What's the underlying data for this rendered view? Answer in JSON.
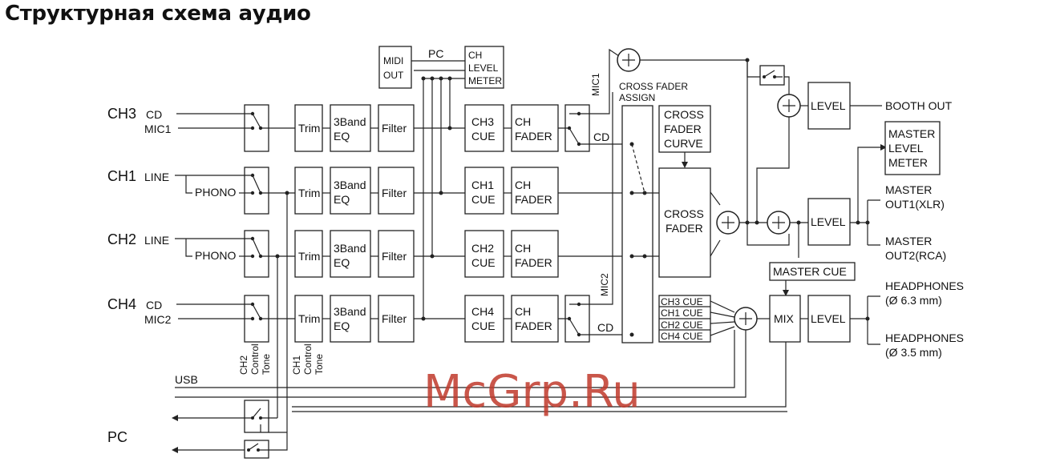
{
  "title": "Структурная схема аудио",
  "watermark": "McGrp.Ru",
  "accent_colors": {
    "watermark": "#c0392b",
    "lines": "#222222"
  },
  "inputs": {
    "ch3": {
      "name": "CH3",
      "src1": "CD",
      "src2": "MIC1"
    },
    "ch1": {
      "name": "CH1",
      "src1": "LINE",
      "src2": "PHONO"
    },
    "ch2": {
      "name": "CH2",
      "src1": "LINE",
      "src2": "PHONO"
    },
    "ch4": {
      "name": "CH4",
      "src1": "CD",
      "src2": "MIC2"
    }
  },
  "blocks": {
    "trim": "Trim",
    "eq_line1": "3Band",
    "eq_line2": "EQ",
    "filter": "Filter",
    "ch_fader_line1": "CH",
    "ch_fader_line2": "FADER",
    "cue_ch3": [
      "CH3",
      "CUE"
    ],
    "cue_ch1": [
      "CH1",
      "CUE"
    ],
    "cue_ch2": [
      "CH2",
      "CUE"
    ],
    "cue_ch4": [
      "CH4",
      "CUE"
    ],
    "midi_out": [
      "MIDI",
      "OUT"
    ],
    "ch_level_meter": [
      "CH",
      "LEVEL",
      "METER"
    ],
    "cross_fader_assign": [
      "CROSS FADER",
      "ASSIGN"
    ],
    "cross_fader_curve": [
      "CROSS",
      "FADER",
      "CURVE"
    ],
    "cross_fader": [
      "CROSS",
      "FADER"
    ],
    "cue_list": [
      "CH3 CUE",
      "CH1 CUE",
      "CH2 CUE",
      "CH4 CUE"
    ],
    "master_cue": "MASTER CUE",
    "mix": "MIX",
    "level": "LEVEL",
    "master_level_meter": [
      "MASTER",
      "LEVEL",
      "METER"
    ]
  },
  "wire_labels": {
    "pc_top": "PC",
    "mic1": "MIC1",
    "mic2": "MIC2",
    "cd_top": "CD",
    "cd_bottom": "CD",
    "usb": "USB",
    "pc_bottom": "PC"
  },
  "control_tones": {
    "ch2": [
      "CH2",
      "Control",
      "Tone"
    ],
    "ch1": [
      "CH1",
      "Control",
      "Tone"
    ]
  },
  "outputs": {
    "booth": "BOOTH OUT",
    "master1": [
      "MASTER",
      "OUT1(XLR)"
    ],
    "master2": [
      "MASTER",
      "OUT2(RCA)"
    ],
    "hp1": [
      "HEADPHONES",
      "(Ø 6.3 mm)"
    ],
    "hp2": [
      "HEADPHONES",
      "(Ø 3.5 mm)"
    ]
  }
}
